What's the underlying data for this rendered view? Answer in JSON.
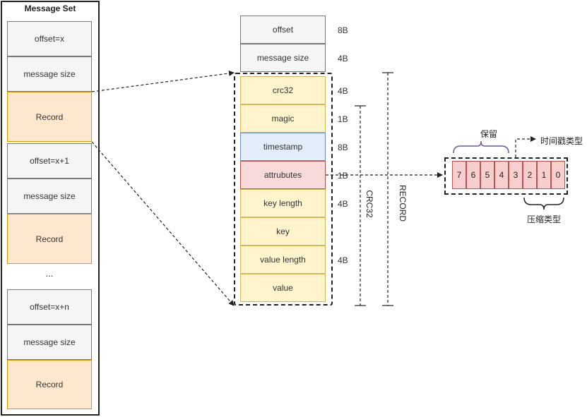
{
  "message_set": {
    "title": "Message Set",
    "ellipsis": "...",
    "cells": [
      {
        "label": "offset=x",
        "kind": "grey"
      },
      {
        "label": "message size",
        "kind": "grey"
      },
      {
        "label": "Record",
        "kind": "orange"
      },
      {
        "label": "offset=x+1",
        "kind": "grey"
      },
      {
        "label": "message size",
        "kind": "grey"
      },
      {
        "label": "Record",
        "kind": "orange"
      },
      {
        "label": "offset=x+n",
        "kind": "grey"
      },
      {
        "label": "message size",
        "kind": "grey"
      },
      {
        "label": "Record",
        "kind": "orange"
      }
    ]
  },
  "record_layout": {
    "header": [
      {
        "label": "offset",
        "size": "8B"
      },
      {
        "label": "message size",
        "size": "4B"
      }
    ],
    "fields": [
      {
        "label": "crc32",
        "size": "4B",
        "kind": "yellow"
      },
      {
        "label": "magic",
        "size": "1B",
        "kind": "yellow"
      },
      {
        "label": "timestamp",
        "size": "8B",
        "kind": "blue"
      },
      {
        "label": "attrubutes",
        "size": "1B",
        "kind": "red"
      },
      {
        "label": "key length",
        "size": "4B",
        "kind": "yellow"
      },
      {
        "label": "key",
        "size": "",
        "kind": "yellow"
      },
      {
        "label": "value length",
        "size": "4B",
        "kind": "yellow"
      },
      {
        "label": "value",
        "size": "",
        "kind": "yellow"
      }
    ],
    "bracket_crc32": "CRC32",
    "bracket_record": "RECORD"
  },
  "attributes_bits": {
    "bits": [
      "7",
      "6",
      "5",
      "4",
      "3",
      "2",
      "1",
      "0"
    ],
    "reserved_label": "保留",
    "timestamp_type_label": "时间戳类型",
    "compression_type_label": "压缩类型"
  },
  "colors": {
    "grey": "#f5f5f5",
    "orange": "#fde8cf",
    "yellow": "#fff4cc",
    "blue": "#e3ecf9",
    "red": "#f8dada",
    "reserved_brace": "#6c5a9c"
  }
}
